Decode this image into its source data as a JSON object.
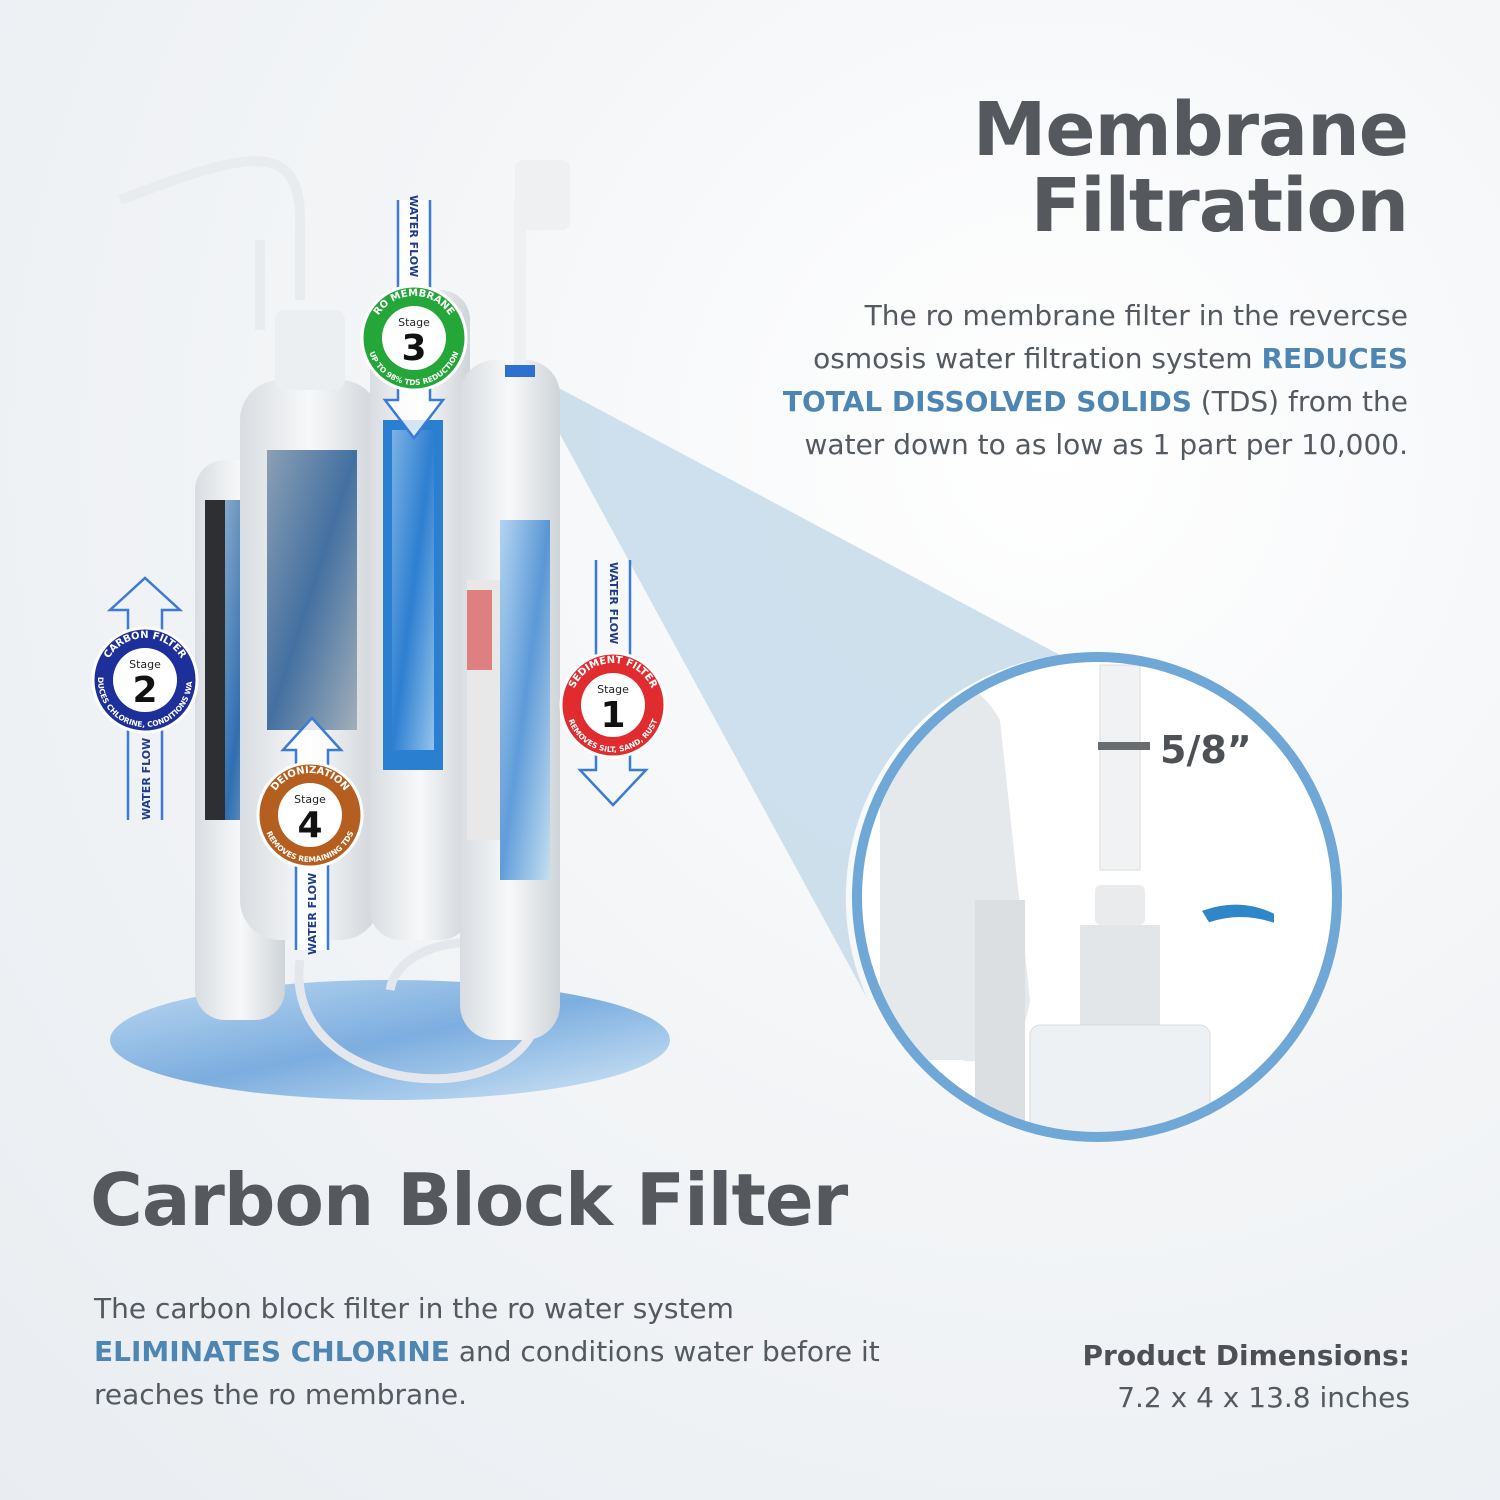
{
  "membrane": {
    "title_line1": "Membrane",
    "title_line2": "Filtration",
    "para_1": "The ro membrane filter in the revercse osmosis water filtration system",
    "para_highlight": "REDUCES TOTAL DISSOLVED SOLIDS",
    "para_2": "(TDS) from the water down to as low as 1 part per 10,000."
  },
  "carbon": {
    "title": "Carbon Block Filter",
    "para_1": "The carbon block filter in the ro water system",
    "para_highlight": "ELIMINATES CHLORINE",
    "para_2": "and conditions water before it reaches the ro membrane."
  },
  "dimensions": {
    "label": "Product Dimensions:",
    "value": "7.2 x 4 x 13.8 inches"
  },
  "callout": {
    "size_label": "5/8”"
  },
  "flow_label": "WATER FLOW",
  "stages": [
    {
      "word": "Stage",
      "number": "1",
      "name": "SEDIMENT FILTER",
      "desc": "REMOVES SILT, SAND, RUST",
      "color": "#e02b2f"
    },
    {
      "word": "Stage",
      "number": "2",
      "name": "CARBON FILTER",
      "desc": "REDUCES CHLORINE, CONDITIONS WATER",
      "color": "#1d2f9a"
    },
    {
      "word": "Stage",
      "number": "3",
      "name": "RO MEMBRANE",
      "desc": "UP TO 98% TDS REDUCTION",
      "color": "#24a638"
    },
    {
      "word": "Stage",
      "number": "4",
      "name": "DEIONIZATION",
      "desc": "REMOVES REMAINING TDS",
      "color": "#b45f1f"
    }
  ],
  "colors": {
    "accent": "#4e86b3",
    "callout_ring": "#6fa7d6",
    "callout_cone": "#c7dbea"
  }
}
